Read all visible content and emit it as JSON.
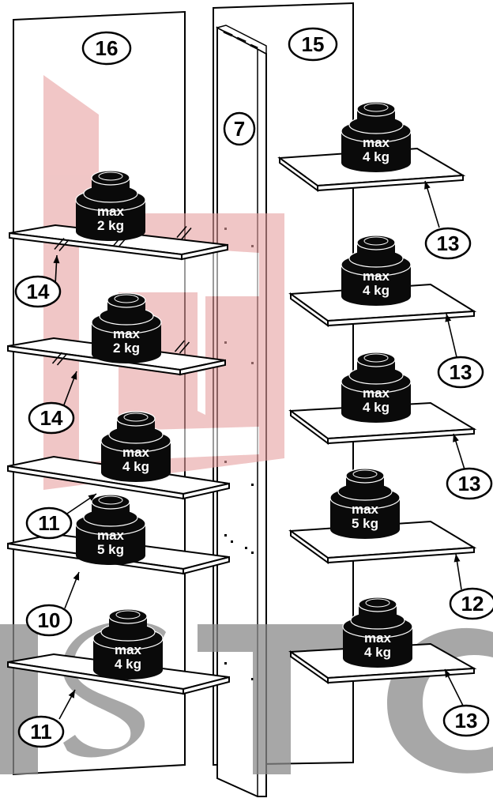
{
  "part_labels": {
    "left_panel": "16",
    "right_panel": "15",
    "divider": "7"
  },
  "shelves": [
    {
      "id": "s1",
      "side": "left",
      "part": "14",
      "load": "2",
      "glass": true
    },
    {
      "id": "s2",
      "side": "left",
      "part": "14",
      "load": "2",
      "glass": true
    },
    {
      "id": "s3",
      "side": "left",
      "part": "11",
      "load": "4",
      "glass": false
    },
    {
      "id": "s4",
      "side": "left",
      "part": "10",
      "load": "5",
      "glass": false
    },
    {
      "id": "s5",
      "side": "left",
      "part": "11",
      "load": "4",
      "glass": false
    },
    {
      "id": "s6",
      "side": "right",
      "part": "13",
      "load": "4",
      "glass": false
    },
    {
      "id": "s7",
      "side": "right",
      "part": "13",
      "load": "4",
      "glass": false
    },
    {
      "id": "s8",
      "side": "right",
      "part": "13",
      "load": "4",
      "glass": false
    },
    {
      "id": "s9",
      "side": "right",
      "part": "12",
      "load": "5",
      "glass": false
    },
    {
      "id": "s10",
      "side": "right",
      "part": "13",
      "load": "4",
      "glass": false
    }
  ],
  "weight": {
    "prefix": "max",
    "unit": "kg"
  },
  "watermark": {
    "text": "ISTC",
    "logo_color": "#e8a0a0",
    "text_color": "#8a8a8a"
  },
  "colors": {
    "line": "#000000",
    "weight_body": "#0a0a0a",
    "weight_text": "#ffffff"
  }
}
